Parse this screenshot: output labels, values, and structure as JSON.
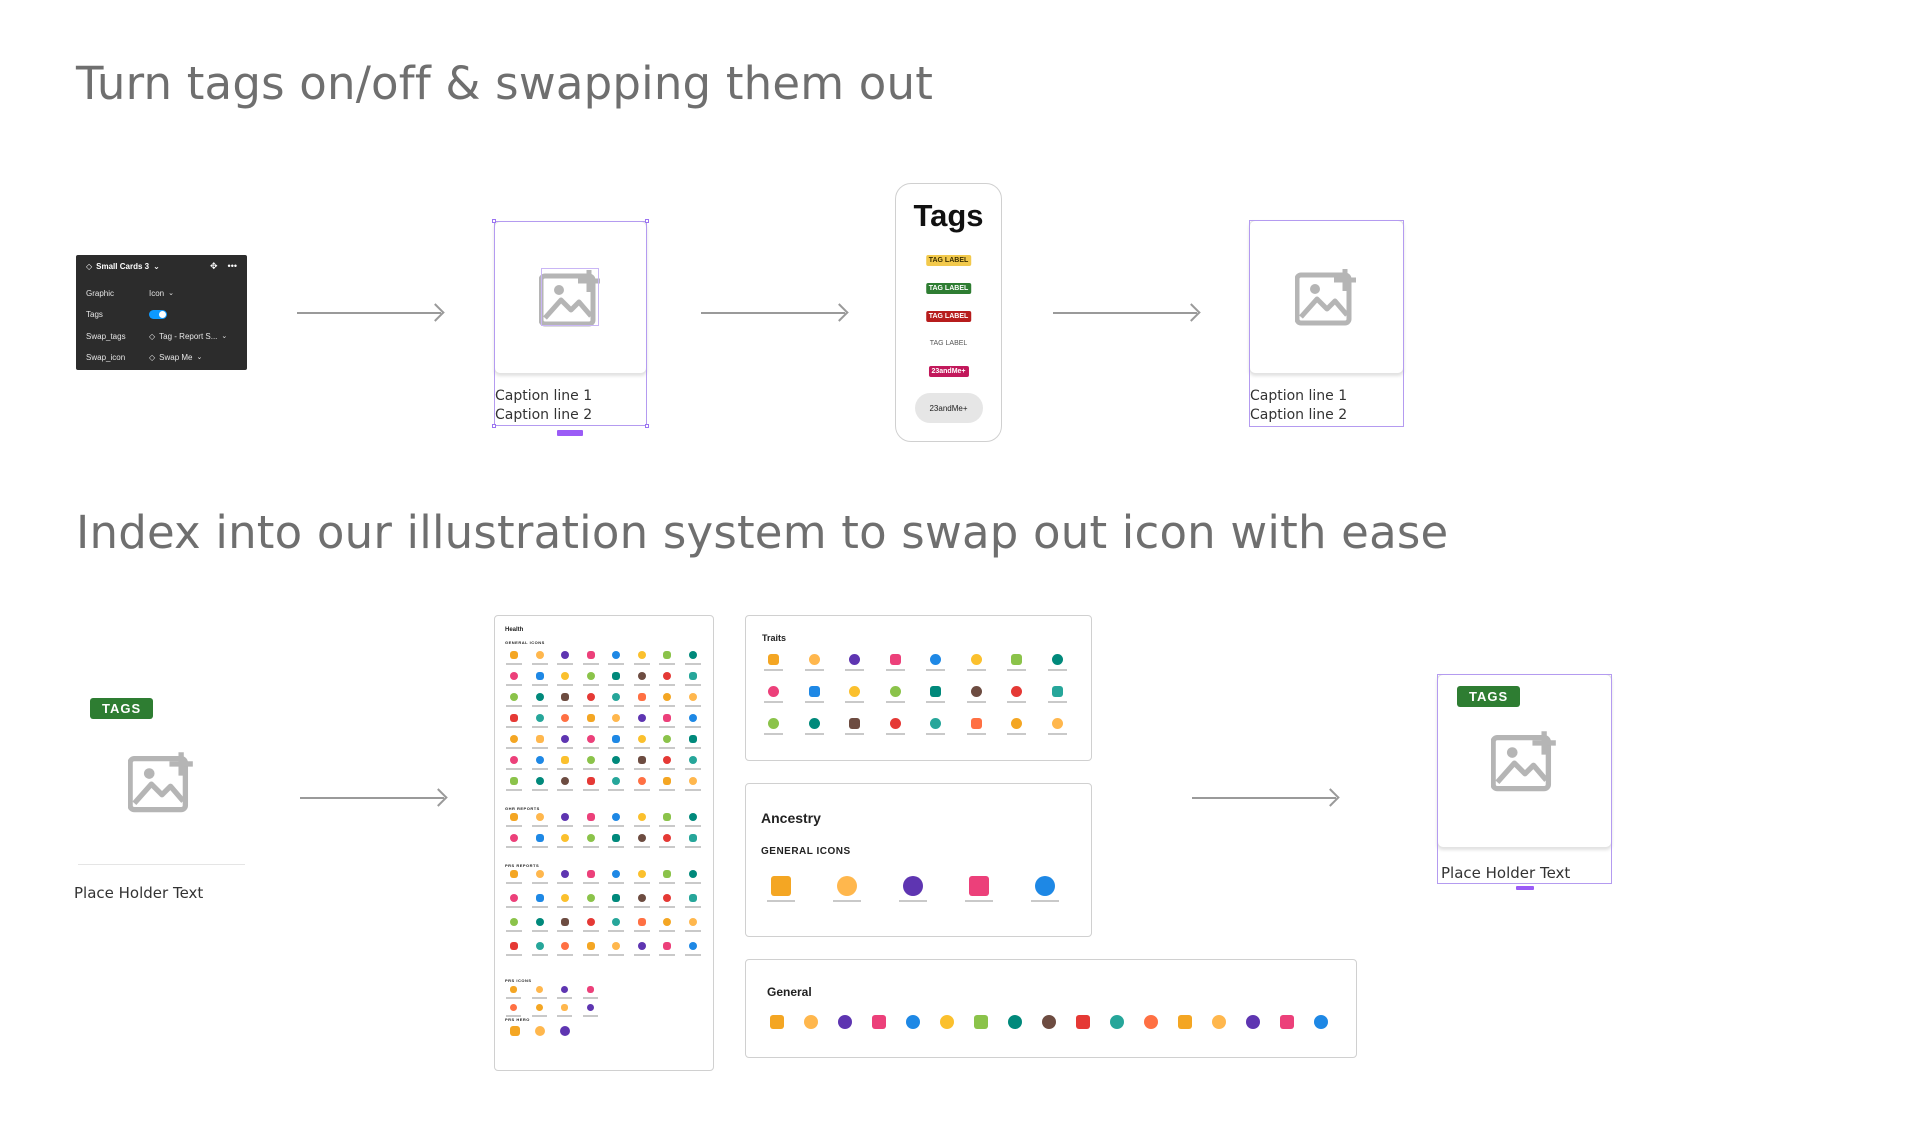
{
  "headings": {
    "top": "Turn tags on/off & swapping them out",
    "bottom": "Index into our illustration system to swap out icon with ease"
  },
  "property_panel": {
    "title": "Small Cards 3",
    "rows": [
      {
        "key": "Graphic",
        "value": "Icon"
      },
      {
        "key": "Tags",
        "value": ""
      },
      {
        "key": "Swap_tags",
        "value": "Tag - Report S..."
      },
      {
        "key": "Swap_icon",
        "value": "Swap Me"
      }
    ]
  },
  "card_captions": {
    "line1": "Caption line 1",
    "line2": "Caption line 2"
  },
  "tags_panel": {
    "title": "Tags",
    "chips": [
      {
        "label": "TAG LABEL",
        "bg": "#f2c94c",
        "fg": "#3b2f00"
      },
      {
        "label": "TAG LABEL",
        "bg": "#2e7d32",
        "fg": "#ffffff"
      },
      {
        "label": "TAG LABEL",
        "bg": "#b71c1c",
        "fg": "#ffffff"
      },
      {
        "label": "TAG LABEL",
        "bg": "#ffffff",
        "fg": "#555555"
      },
      {
        "label": "23andMe+",
        "bg": "#c2185b",
        "fg": "#ffffff"
      }
    ],
    "pill_label": "23andMe+"
  },
  "tag_badge": "TAGS",
  "placeholder_text": "Place Holder Text",
  "sheets": {
    "health": {
      "title": "Health",
      "sections": [
        "GENERAL ICONS",
        "GHR REPORTS",
        "PRS REPORTS",
        "PRS ICONS",
        "PRS HERO"
      ]
    },
    "traits": {
      "title": "Traits"
    },
    "ancestry": {
      "title": "Ancestry",
      "subtitle": "GENERAL ICONS"
    },
    "general": {
      "title": "General"
    }
  },
  "colors": {
    "heading": "#6f6f6f",
    "selection": "#b49bf0",
    "tag_green": "#2e7d32",
    "panel_bg": "#2c2c2c",
    "toggle": "#0d99ff"
  }
}
